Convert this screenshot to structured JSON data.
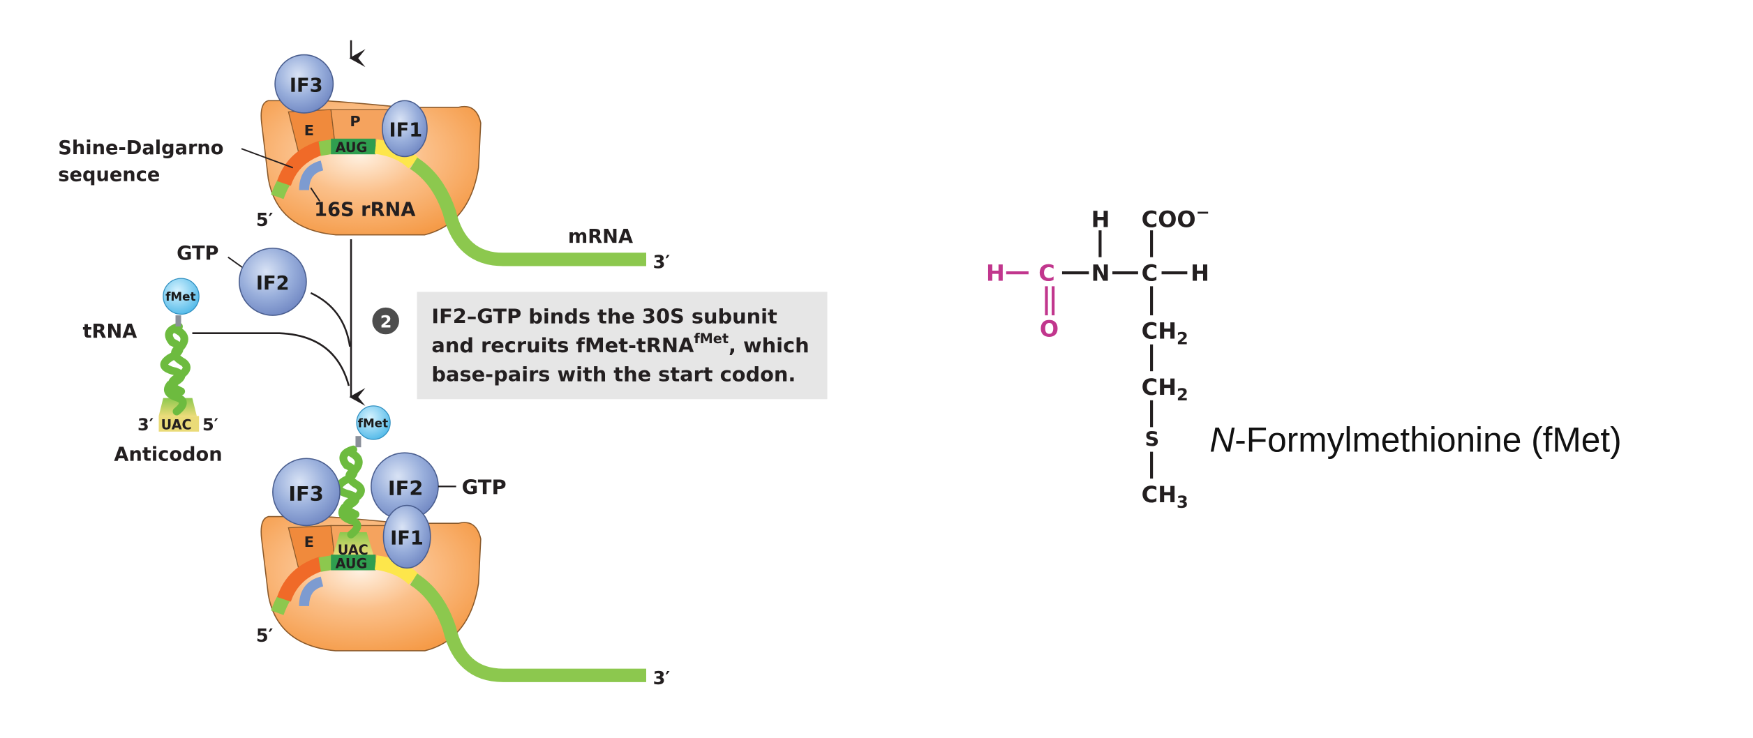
{
  "colors": {
    "ribosome": "#f7a35c",
    "ribosome_dark": "#e98a3a",
    "ribosome_light": "#fde0c2",
    "if_factor": "#8ea6d6",
    "fmet": "#6cc9ee",
    "mrna": "#8cc84e",
    "start_codon": "#2f9e4f",
    "shine_dalgarno": "#f06a28",
    "downstream": "#fde64b",
    "rrna": "#7d9bd0",
    "anticodon": "#eadb78",
    "caption_bg": "#e6e6e6",
    "formyl": "#c1368d"
  },
  "top_ribosome": {
    "factors": {
      "if3": "IF3",
      "if1": "IF1"
    },
    "sites": {
      "e": "E",
      "p": "P"
    },
    "codon": "AUG",
    "rrna_label": "16S rRNA",
    "sd_label_line1": "Shine-Dalgarno",
    "sd_label_line2": "sequence",
    "five_prime": "5′",
    "three_prime": "3′",
    "mrna_label": "mRNA"
  },
  "incoming": {
    "gtp": "GTP",
    "if2": "IF2",
    "trna_label": "tRNA",
    "fmet": "fMet",
    "three_prime": "3′",
    "anticodon_seq": "UAC",
    "five_prime": "5′",
    "anticodon_label": "Anticodon"
  },
  "step": {
    "number": "2",
    "line1": "IF2–GTP binds the 30S subunit",
    "line2_pre": "and recruits fMet-tRNA",
    "line2_sup": "fMet",
    "line2_post": ", which",
    "line3": "base-pairs with the start codon."
  },
  "bottom_ribosome": {
    "factors": {
      "if3": "IF3",
      "if2": "IF2",
      "if1": "IF1"
    },
    "gtp": "GTP",
    "fmet": "fMet",
    "sites": {
      "e": "E"
    },
    "anticodon": "UAC",
    "codon": "AUG",
    "five_prime": "5′",
    "three_prime": "3′"
  },
  "structure": {
    "h_top": "H",
    "coo": "COO",
    "coo_charge": "−",
    "formyl_h": "H",
    "formyl_c": "C",
    "formyl_o": "O",
    "n": "N",
    "alpha_c": "C",
    "alpha_h": "H",
    "ch2_a": "CH",
    "ch2_a_sub": "2",
    "ch2_b": "CH",
    "ch2_b_sub": "2",
    "s": "S",
    "ch3": "CH",
    "ch3_sub": "3",
    "name_italic": "N",
    "name_rest": "-Formylmethionine (fMet)"
  }
}
